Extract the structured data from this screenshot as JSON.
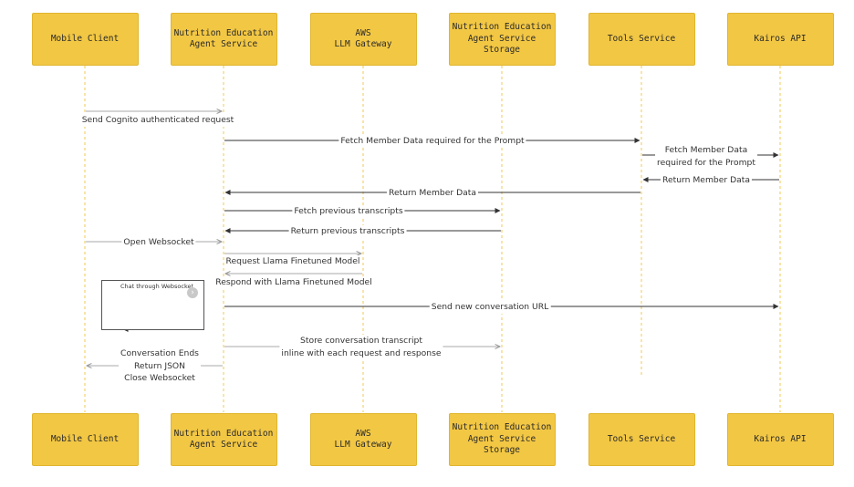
{
  "actors": [
    {
      "id": "mobile",
      "label": "Mobile Client"
    },
    {
      "id": "agent",
      "label": "Nutrition Education\nAgent Service"
    },
    {
      "id": "aws",
      "label": "AWS\nLLM Gateway"
    },
    {
      "id": "storage",
      "label": "Nutrition Education\nAgent Service\nStorage"
    },
    {
      "id": "tools",
      "label": "Tools Service"
    },
    {
      "id": "kairos",
      "label": "Kairos API"
    }
  ],
  "messages": [
    {
      "from": "mobile",
      "to": "agent",
      "label": "Send Cognito authenticated request",
      "style": "thin"
    },
    {
      "from": "agent",
      "to": "tools",
      "label": "Fetch  Member Data required for the Prompt",
      "style": "solid"
    },
    {
      "from": "tools",
      "to": "kairos",
      "label": "Fetch Member Data\nrequired for the Prompt",
      "style": "solid"
    },
    {
      "from": "kairos",
      "to": "tools",
      "label": "Return Member Data",
      "style": "solid"
    },
    {
      "from": "tools",
      "to": "agent",
      "label": "Return Member Data",
      "style": "solid"
    },
    {
      "from": "agent",
      "to": "storage",
      "label": "Fetch previous transcripts",
      "style": "solid"
    },
    {
      "from": "storage",
      "to": "agent",
      "label": "Return previous transcripts",
      "style": "solid"
    },
    {
      "from": "mobile",
      "to": "agent",
      "label": "Open Websocket",
      "style": "thin"
    },
    {
      "from": "agent",
      "to": "aws",
      "label": "Request Llama Finetuned Model",
      "style": "thin"
    },
    {
      "from": "aws",
      "to": "agent",
      "label": "Respond with Llama Finetuned Model",
      "style": "thin"
    },
    {
      "from": "agent",
      "to": "kairos",
      "label": "Send new conversation URL",
      "style": "solid"
    },
    {
      "from": "agent",
      "to": "storage",
      "label": "Store conversation transcript\ninline with each request and response",
      "style": "thin"
    },
    {
      "from": "agent",
      "to": "mobile",
      "label": "Conversation Ends\nReturn JSON\nClose Websocket",
      "style": "thin"
    }
  ],
  "loop": {
    "label": "Chat through Websocket"
  }
}
